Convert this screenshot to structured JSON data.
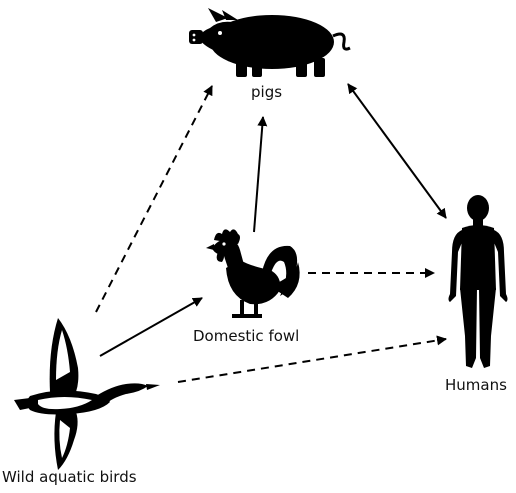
{
  "labels": {
    "pigs": "pigs",
    "domestic_fowl": "Domestic fowl",
    "humans": "Humans",
    "wild_birds": "Wild aquatic birds"
  },
  "icons": {
    "pig": "pig-icon",
    "rooster": "rooster-icon",
    "human": "human-icon",
    "duck": "duck-icon"
  },
  "colors": {
    "ink": "#000000"
  }
}
